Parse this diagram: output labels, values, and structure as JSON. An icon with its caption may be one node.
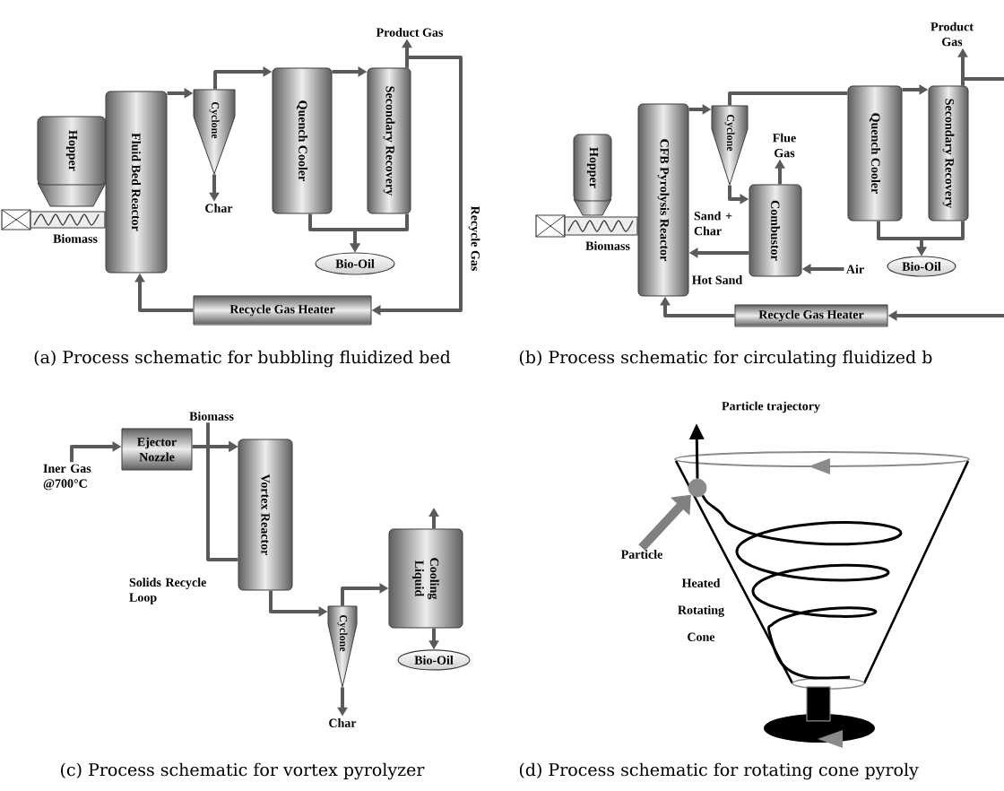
{
  "diagram": {
    "nodes": [
      {
        "text": [
          "Hopper"
        ]
      },
      {
        "text": [
          "Fluid Bed Reactor"
        ]
      },
      {
        "text": [
          "Cyclone"
        ]
      },
      {
        "text": [
          "Char"
        ]
      },
      {
        "text": [
          "Quench Cooler"
        ]
      },
      {
        "text": [
          "Secondary Recovery"
        ]
      },
      {
        "text": [
          "Product Gas"
        ]
      },
      {
        "text": [
          "Bio-Oil"
        ]
      },
      {
        "text": [
          "Recycle Gas Heater"
        ]
      },
      {
        "text": [
          "Hopper"
        ]
      },
      {
        "text": [
          "CFB Pyrolysis Reactor"
        ]
      },
      {
        "text": [
          "Cyclone"
        ]
      },
      {
        "text": [
          "Flue Gas"
        ]
      },
      {
        "text": [
          "Combustor"
        ]
      },
      {
        "text": [
          "Air"
        ]
      },
      {
        "text": [
          "Quench Cooler"
        ]
      },
      {
        "text": [
          "Secondary Recovery"
        ]
      },
      {
        "text": [
          "Product Gas"
        ]
      },
      {
        "text": [
          "Bio-Oil"
        ]
      },
      {
        "text": [
          "Recycle Gas Heater"
        ]
      },
      {
        "text": [
          "Biomass"
        ]
      },
      {
        "text": [
          "Iner Gas @700°C"
        ]
      },
      {
        "text": [
          "Ejector Nozzle"
        ]
      },
      {
        "text": [
          "Vortex Reactor"
        ]
      },
      {
        "text": [
          "Cyclone"
        ]
      },
      {
        "text": [
          "Char"
        ]
      },
      {
        "text": [
          "Cooling Liquid"
        ]
      },
      {
        "text": [
          "Bio-Oil"
        ]
      },
      {
        "text": [
          "Particle"
        ]
      },
      {
        "text": [],
        "shape": "circle"
      },
      {
        "text": [],
        "shape": "picture",
        "beside": [
          "Biomass"
        ]
      },
      {
        "text": [],
        "shape": "picture",
        "beside": [
          "Biomass"
        ]
      }
    ],
    "edges": [
      {
        "from": 8,
        "to": 1,
        "arrow": "to"
      },
      {
        "from": 1,
        "to": 2,
        "arrow": "to"
      },
      {
        "from": 2,
        "to": 4,
        "arrow": "to"
      },
      {
        "from": 2,
        "to": 3,
        "arrow": "to"
      },
      {
        "from": 4,
        "to": 5,
        "arrow": "to"
      },
      {
        "from": 5,
        "to": 6,
        "arrow": "to"
      },
      {
        "from": 5,
        "to": 8,
        "arrow": "to",
        "label": "Recycle Gas"
      },
      {
        "from": 4,
        "to": 7,
        "arrow": "to"
      },
      {
        "from": 5,
        "to": 7,
        "arrow": "to"
      },
      {
        "from": 10,
        "to": 11,
        "arrow": "to"
      },
      {
        "from": 11,
        "to": 15,
        "arrow": "none"
      },
      {
        "from": 11,
        "to": 13,
        "arrow": "to",
        "label": "Sand + Char"
      },
      {
        "from": 13,
        "to": 12,
        "arrow": "to"
      },
      {
        "from": 14,
        "to": 13,
        "arrow": "to"
      },
      {
        "from": 13,
        "to": 10,
        "arrow": "to",
        "label": "Hot Sand"
      },
      {
        "from": 15,
        "to": 16,
        "arrow": "to"
      },
      {
        "from": 16,
        "to": 17,
        "arrow": "to"
      },
      {
        "from": 16,
        "to": null,
        "arrow": "none"
      },
      {
        "from": null,
        "to": 19,
        "arrow": "to"
      },
      {
        "from": 19,
        "to": 10,
        "arrow": "to"
      },
      {
        "from": 15,
        "to": 18,
        "arrow": "to"
      },
      {
        "from": 16,
        "to": 18,
        "arrow": "to"
      },
      {
        "from": 21,
        "to": 22,
        "arrow": "to"
      },
      {
        "from": 22,
        "to": 23,
        "arrow": "to"
      },
      {
        "from": 20,
        "to": 23,
        "arrow": "to"
      },
      {
        "from": 23,
        "to": 23,
        "arrow": "to",
        "label": "Solids Recycle Loop"
      },
      {
        "from": 23,
        "to": 24,
        "arrow": "to"
      },
      {
        "from": 24,
        "to": 25,
        "arrow": "to"
      },
      {
        "from": 24,
        "to": 26,
        "arrow": "to"
      },
      {
        "from": 26,
        "to": null,
        "arrow": "to"
      },
      {
        "from": 26,
        "to": 27,
        "arrow": "to"
      },
      {
        "from": 28,
        "to": 29,
        "arrow": "to",
        "style": "thick",
        "color": "#808080"
      },
      {
        "from": null,
        "to": 29,
        "arrow": "none",
        "color": "#000000"
      },
      {
        "from": 29,
        "to": null,
        "arrow": "to",
        "color": "#000000"
      }
    ],
    "labels": [
      "(a) Process schematic for bubbling fluidized bed",
      "(b) Process schematic for circulating fluidized b",
      "Particle trajectory",
      "Heated Rotating Cone",
      "(c) Process schematic for vortex pyrolyzer",
      "(d) Process schematic for rotating cone pyroly"
    ]
  }
}
